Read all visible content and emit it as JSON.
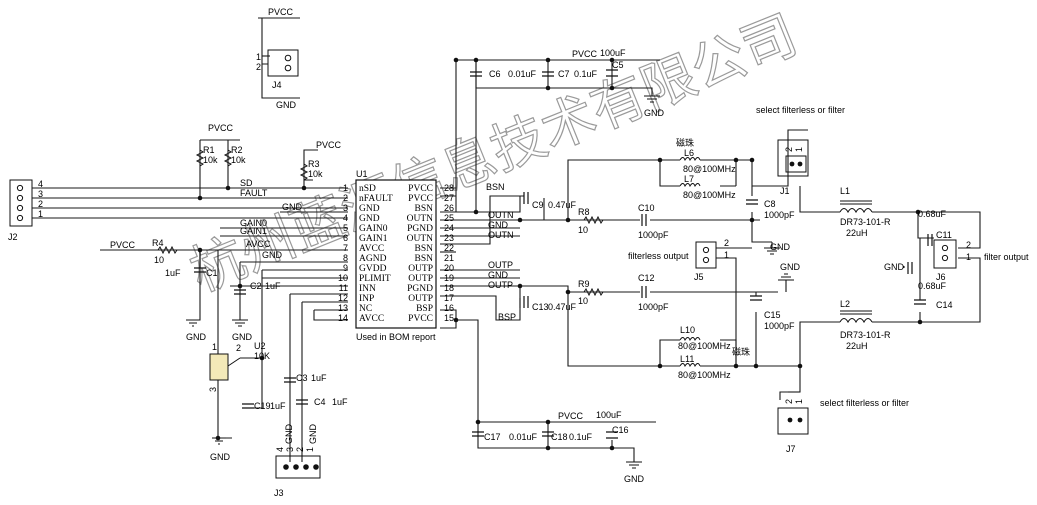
{
  "watermark": "杭州蓝源信息技术有限公司",
  "nets": {
    "pvcc": "PVCC",
    "gnd": "GND",
    "sd": "SD",
    "fault": "FAULT",
    "gain0": "GAIN0",
    "gain1": "GAIN1",
    "avcc": "AVCC",
    "bsn": "BSN",
    "bsp": "BSP",
    "outn": "OUTN",
    "outp": "OUTP"
  },
  "u1": {
    "ref": "U1",
    "note": "Used in BOM report",
    "left_pins": [
      {
        "num": "1",
        "name": "nSD"
      },
      {
        "num": "2",
        "name": "nFAULT"
      },
      {
        "num": "3",
        "name": "GND"
      },
      {
        "num": "4",
        "name": "GND"
      },
      {
        "num": "5",
        "name": "GAIN0"
      },
      {
        "num": "6",
        "name": "GAIN1"
      },
      {
        "num": "7",
        "name": "AVCC"
      },
      {
        "num": "8",
        "name": "AGND"
      },
      {
        "num": "9",
        "name": "GVDD"
      },
      {
        "num": "10",
        "name": "PLIMIT"
      },
      {
        "num": "11",
        "name": "INN"
      },
      {
        "num": "12",
        "name": "INP"
      },
      {
        "num": "13",
        "name": "NC"
      },
      {
        "num": "14",
        "name": "AVCC"
      }
    ],
    "right_pins": [
      {
        "num": "28",
        "name": "PVCC"
      },
      {
        "num": "27",
        "name": "PVCC"
      },
      {
        "num": "26",
        "name": "BSN"
      },
      {
        "num": "25",
        "name": "OUTN"
      },
      {
        "num": "24",
        "name": "PGND"
      },
      {
        "num": "23",
        "name": "OUTN"
      },
      {
        "num": "22",
        "name": "BSN"
      },
      {
        "num": "21",
        "name": "BSN"
      },
      {
        "num": "20",
        "name": "OUTP"
      },
      {
        "num": "19",
        "name": "OUTP"
      },
      {
        "num": "18",
        "name": "PGND"
      },
      {
        "num": "17",
        "name": "OUTP"
      },
      {
        "num": "16",
        "name": "BSP"
      },
      {
        "num": "15",
        "name": "PVCC"
      }
    ]
  },
  "j2": {
    "ref": "J2",
    "pins": [
      "4",
      "3",
      "2",
      "1"
    ]
  },
  "j4": {
    "ref": "J4",
    "pins": [
      "1",
      "2"
    ]
  },
  "j3": {
    "ref": "J3",
    "pins": [
      "4",
      "3",
      "2",
      "1"
    ]
  },
  "j1": {
    "ref": "J1",
    "pins": [
      "2",
      "1"
    ]
  },
  "j5": {
    "ref": "J5",
    "pins": [
      "2",
      "1"
    ]
  },
  "j6": {
    "ref": "J6",
    "pins": [
      "2",
      "1"
    ]
  },
  "j7": {
    "ref": "J7",
    "pins": [
      "2",
      "1"
    ]
  },
  "u2": {
    "ref": "U2",
    "value": "10K",
    "pins": [
      "2",
      "1",
      "3"
    ]
  },
  "resistors": {
    "r1": {
      "ref": "R1",
      "value": "10k"
    },
    "r2": {
      "ref": "R2",
      "value": "10k"
    },
    "r3": {
      "ref": "R3",
      "value": "10k"
    },
    "r4": {
      "ref": "R4",
      "value": "10"
    },
    "r8": {
      "ref": "R8",
      "value": "10"
    },
    "r9": {
      "ref": "R9",
      "value": "10"
    }
  },
  "caps": {
    "c1": {
      "ref": "C1",
      "value": "1uF"
    },
    "c2": {
      "ref": "C2",
      "value": "1uF"
    },
    "c3": {
      "ref": "C3",
      "value": "1uF"
    },
    "c4": {
      "ref": "C4",
      "value": "1uF"
    },
    "c19": {
      "ref": "C19",
      "value": "1uF"
    },
    "c5": {
      "ref": "C5",
      "value": "100uF"
    },
    "c6": {
      "ref": "C6",
      "value": "0.01uF"
    },
    "c7": {
      "ref": "C7",
      "value": "0.1uF"
    },
    "c9": {
      "ref": "C9",
      "value": "0.47uF"
    },
    "c13": {
      "ref": "C13",
      "value": "0.47uF"
    },
    "c10": {
      "ref": "C10",
      "value": "1000pF"
    },
    "c12": {
      "ref": "C12",
      "value": "1000pF"
    },
    "c8": {
      "ref": "C8",
      "value": "1000pF"
    },
    "c15": {
      "ref": "C15",
      "value": "1000pF"
    },
    "c11": {
      "ref": "C11",
      "value": "0.68uF"
    },
    "c14": {
      "ref": "C14",
      "value": "0.68uF"
    },
    "c16": {
      "ref": "C16",
      "value": "100uF"
    },
    "c17": {
      "ref": "C17",
      "value": "0.01uF"
    },
    "c18": {
      "ref": "C18",
      "value": "0.1uF"
    }
  },
  "beads": {
    "header": "磁珠",
    "l6": {
      "ref": "L6",
      "value": "80@100MHz"
    },
    "l7": {
      "ref": "L7",
      "value": "80@100MHz"
    },
    "l10": {
      "ref": "L10",
      "value": "80@100MHz"
    },
    "l11": {
      "ref": "L11",
      "value": "80@100MHz"
    }
  },
  "inductors": {
    "l1": {
      "ref": "L1",
      "part": "DR73-101-R",
      "value": "22uH"
    },
    "l2": {
      "ref": "L2",
      "part": "DR73-101-R",
      "value": "22uH"
    }
  },
  "notes": {
    "select_top": "select filterless or filter",
    "select_bottom": "select filterless or filter",
    "filterless_output": "filterless output",
    "filter_output": "filter output"
  },
  "colors": {
    "wire": "#1a1a1a",
    "background": "#ffffff",
    "watermark": "#9a9a9a"
  }
}
